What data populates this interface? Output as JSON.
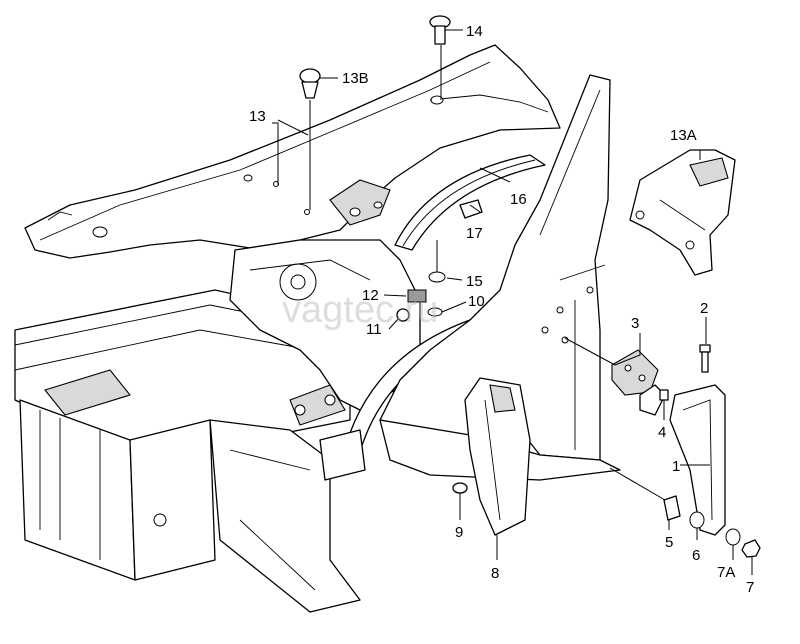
{
  "watermark": "vagtec.ru",
  "callouts": [
    {
      "id": "1",
      "text": "1"
    },
    {
      "id": "2",
      "text": "2"
    },
    {
      "id": "3",
      "text": "3"
    },
    {
      "id": "4",
      "text": "4"
    },
    {
      "id": "5",
      "text": "5"
    },
    {
      "id": "6",
      "text": "6"
    },
    {
      "id": "7",
      "text": "7"
    },
    {
      "id": "7A",
      "text": "7A"
    },
    {
      "id": "8",
      "text": "8"
    },
    {
      "id": "9",
      "text": "9"
    },
    {
      "id": "10",
      "text": "10"
    },
    {
      "id": "11",
      "text": "11"
    },
    {
      "id": "12",
      "text": "12"
    },
    {
      "id": "13",
      "text": "13"
    },
    {
      "id": "13A",
      "text": "13A"
    },
    {
      "id": "13B",
      "text": "13B"
    },
    {
      "id": "14",
      "text": "14"
    },
    {
      "id": "15",
      "text": "15"
    },
    {
      "id": "16",
      "text": "16"
    },
    {
      "id": "17",
      "text": "17"
    }
  ]
}
